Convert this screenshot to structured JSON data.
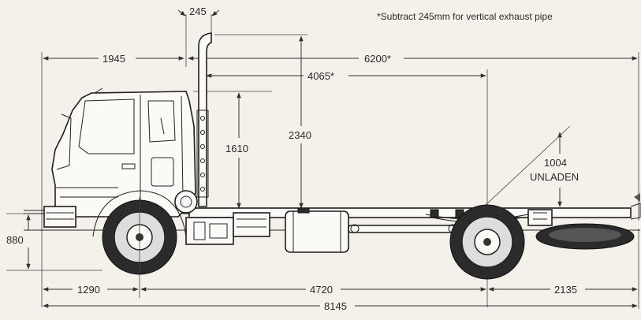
{
  "note": "*Subtract 245mm for vertical exhaust pipe",
  "dimensions": {
    "exhaust_width": "245",
    "front_to_cab_back": "1945",
    "cab_back_to_end": "6200*",
    "exhaust_to_rear_axle": "4065*",
    "exhaust_height": "2340",
    "cab_height": "1610",
    "frame_height": "880",
    "front_overhang": "1290",
    "wheelbase": "4720",
    "rear_overhang": "2135",
    "overall_length": "8145",
    "rear_rise_value": "1004",
    "rear_rise_label": "UNLADEN"
  }
}
